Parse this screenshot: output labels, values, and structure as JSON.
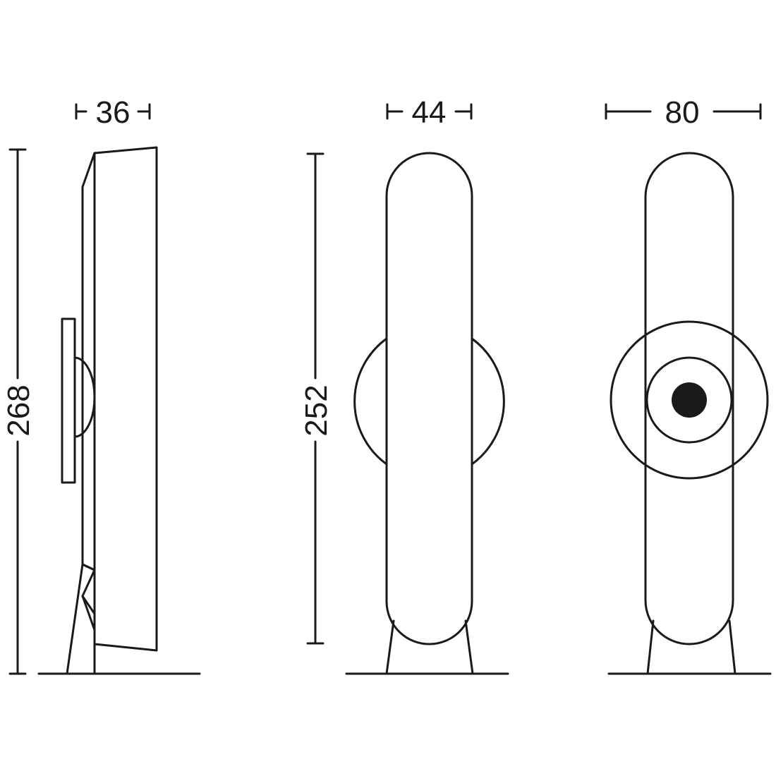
{
  "colors": {
    "line": "#1a1a1a",
    "background": "#ffffff"
  },
  "side_view": {
    "width_label": "36",
    "height_label": "268"
  },
  "front_view": {
    "width_label": "44",
    "height_label": "252"
  },
  "back_view": {
    "width_label": "80"
  }
}
